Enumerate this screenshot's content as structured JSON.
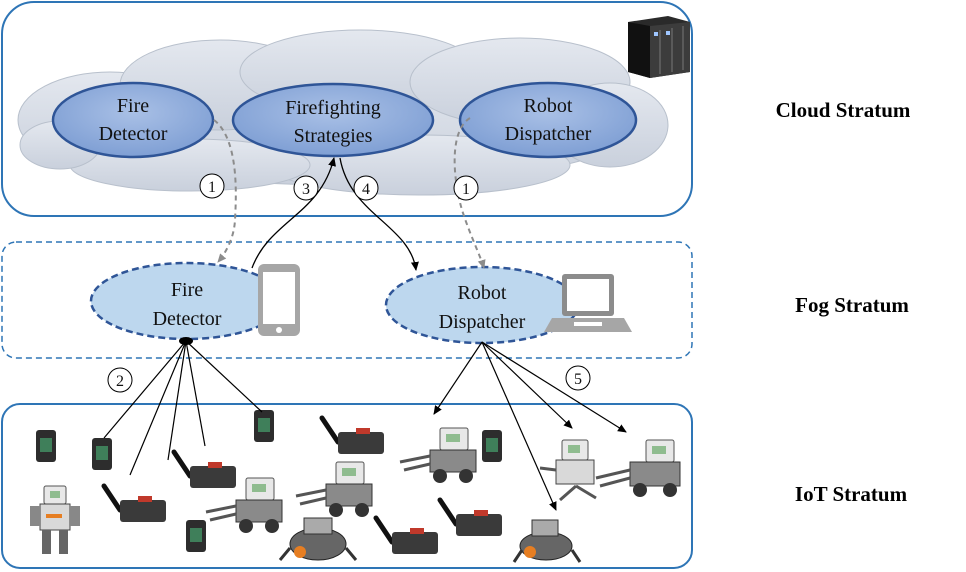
{
  "strata": {
    "cloud": "Cloud Stratum",
    "fog": "Fog Stratum",
    "iot": "IoT Stratum"
  },
  "cloud_nodes": {
    "fire_detector": [
      "Fire",
      "Detector"
    ],
    "firefighting": [
      "Firefighting",
      "Strategies"
    ],
    "robot_dispatcher": [
      "Robot",
      "Dispatcher"
    ]
  },
  "fog_nodes": {
    "fire_detector": [
      "Fire",
      "Detector"
    ],
    "robot_dispatcher": [
      "Robot",
      "Dispatcher"
    ]
  },
  "step_numbers": {
    "left_one": "1",
    "right_one": "1",
    "two": "2",
    "three": "3",
    "four": "4",
    "five": "5"
  },
  "icons": [
    "server-rack-icon",
    "smartphone-icon",
    "laptop-icon",
    "sensor-device-icon",
    "wireless-sensor-icon",
    "robot-icon"
  ],
  "colors": {
    "stratum_border": "#2e75b6",
    "cloud_fill": "#d6dce5",
    "cloud_ellipse_fill": "#8eaadb",
    "cloud_ellipse_stroke": "#2f5597",
    "fog_ellipse_fill": "#bdd7ee",
    "dashed_arrow": "#8c8c8c"
  }
}
